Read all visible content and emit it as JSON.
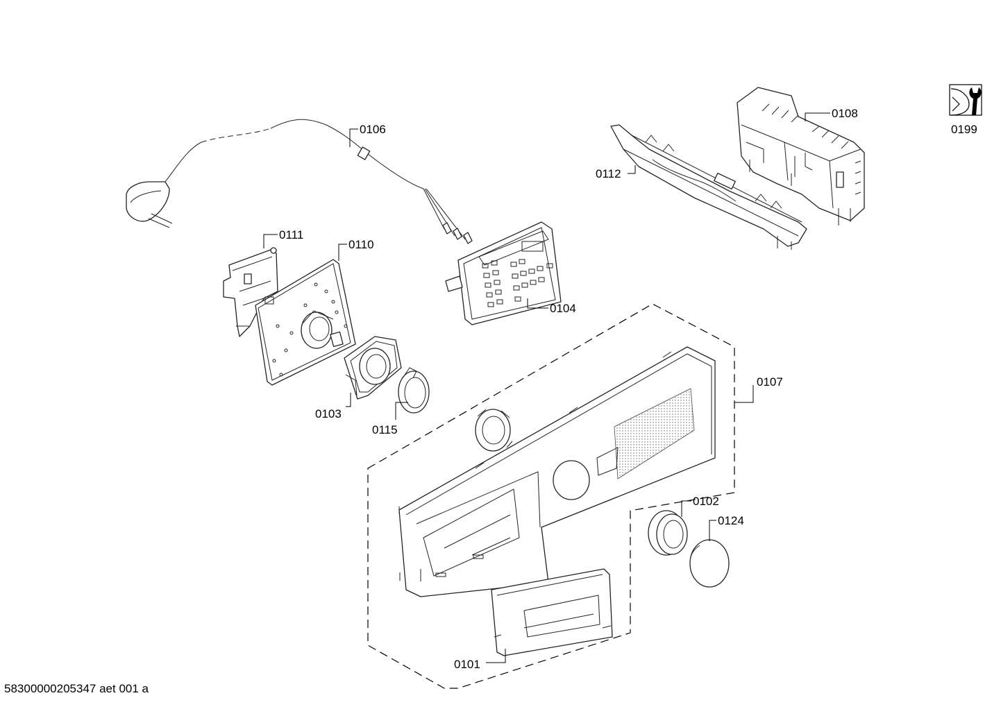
{
  "diagram": {
    "footer_id": "58300000205347 aet 001 a",
    "service_icon": "wrench-service-icon",
    "parts": [
      {
        "id": "0106"
      },
      {
        "id": "0108"
      },
      {
        "id": "0112"
      },
      {
        "id": "0111"
      },
      {
        "id": "0110"
      },
      {
        "id": "0104"
      },
      {
        "id": "0107"
      },
      {
        "id": "0103"
      },
      {
        "id": "0115"
      },
      {
        "id": "0102"
      },
      {
        "id": "0124"
      },
      {
        "id": "0101"
      },
      {
        "id": "0199"
      }
    ]
  }
}
